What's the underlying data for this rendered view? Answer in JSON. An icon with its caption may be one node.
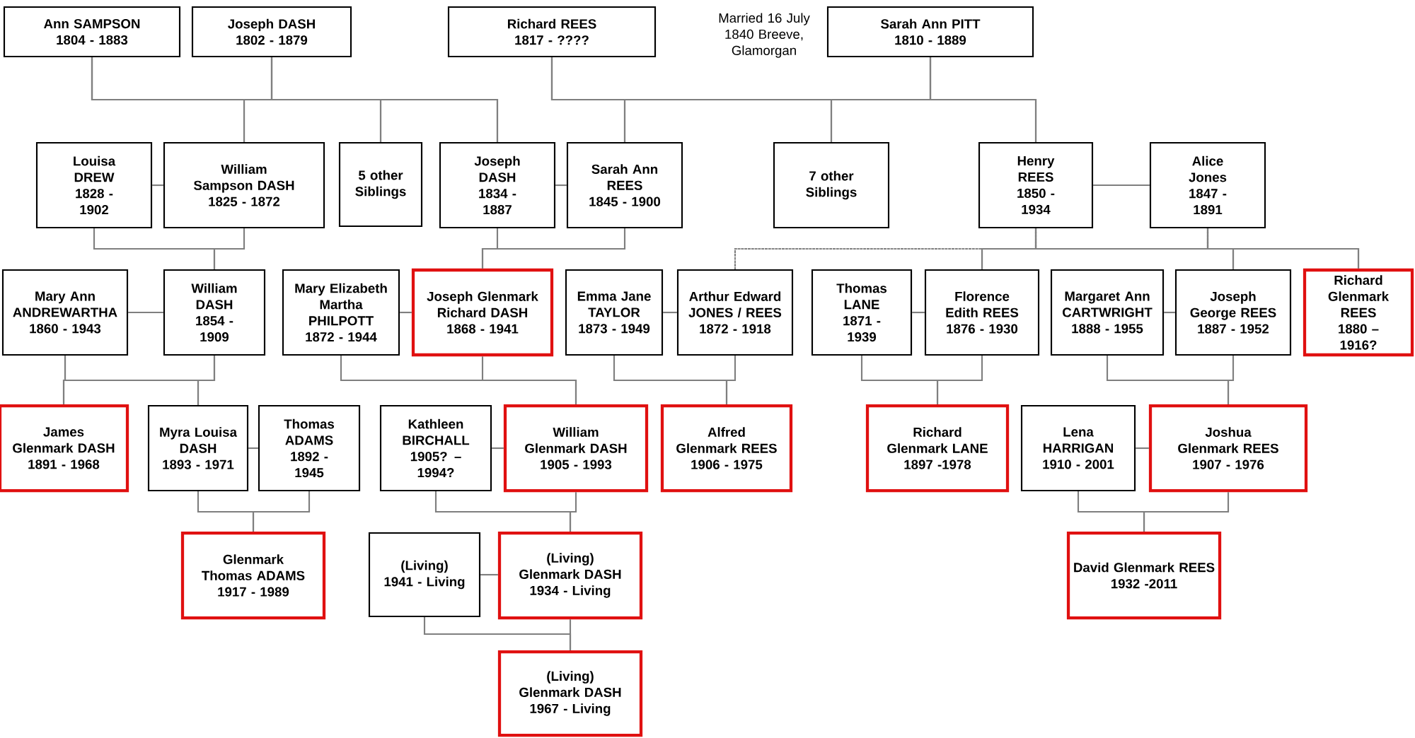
{
  "diagram": {
    "nodes": [
      {
        "text": [
          "Ann SAMPSON",
          "1804 - 1883"
        ]
      },
      {
        "text": [
          "Joseph DASH",
          "1802 - 1879"
        ]
      },
      {
        "text": [
          "Richard REES",
          "1817 - ????"
        ]
      },
      {
        "text": [
          "Sarah Ann PITT",
          "1810 - 1889"
        ]
      },
      {
        "text": [
          "Louisa DREW",
          "1828 - 1902"
        ]
      },
      {
        "text": [
          "William Sampson DASH",
          "1825 - 1872"
        ]
      },
      {
        "text": [
          "5 other Siblings"
        ]
      },
      {
        "text": [
          "Joseph DASH",
          "1834 - 1887"
        ]
      },
      {
        "text": [
          "Sarah Ann REES",
          "1845 - 1900"
        ]
      },
      {
        "text": [
          "7 other Siblings"
        ]
      },
      {
        "text": [
          "Henry REES",
          "1850 - 1934"
        ]
      },
      {
        "text": [
          "Alice Jones",
          "1847 - 1891"
        ]
      },
      {
        "text": [
          "Mary Ann ANDREWARTHA",
          "1860 - 1943"
        ]
      },
      {
        "text": [
          "William DASH",
          "1854 - 1909"
        ]
      },
      {
        "text": [
          "Mary Elizabeth Martha PHILPOTT",
          "1872 - 1944"
        ]
      },
      {
        "text": [
          "Joseph Glenmark Richard DASH",
          "1868 - 1941"
        ]
      },
      {
        "text": [
          "Emma Jane TAYLOR",
          "1873 - 1949"
        ]
      },
      {
        "text": [
          "Arthur Edward JONES / REES",
          "1872 - 1918"
        ]
      },
      {
        "text": [
          "Thomas LANE",
          "1871 - 1939"
        ]
      },
      {
        "text": [
          "Florence Edith REES",
          "1876 - 1930"
        ]
      },
      {
        "text": [
          "Margaret Ann CARTWRIGHT",
          "1888 - 1955"
        ]
      },
      {
        "text": [
          "Joseph George REES",
          "1887 - 1952"
        ]
      },
      {
        "text": [
          "Richard Glenmark REES",
          "1880 – 1916?"
        ]
      },
      {
        "text": [
          "James Glenmark DASH",
          "1891 - 1968"
        ]
      },
      {
        "text": [
          "Myra Louisa DASH",
          "1893 - 1971"
        ]
      },
      {
        "text": [
          "Thomas ADAMS",
          "1892 - 1945"
        ]
      },
      {
        "text": [
          "Kathleen BIRCHALL",
          "1905? – 1994?"
        ]
      },
      {
        "text": [
          "William Glenmark DASH",
          "1905 - 1993"
        ]
      },
      {
        "text": [
          "Alfred Glenmark REES",
          "1906 - 1975"
        ]
      },
      {
        "text": [
          "Richard Glenmark LANE",
          "1897 -1978"
        ]
      },
      {
        "text": [
          "Lena HARRIGAN",
          "1910 - 2001"
        ]
      },
      {
        "text": [
          "Joshua Glenmark REES",
          "1907 - 1976"
        ]
      },
      {
        "text": [
          "Glenmark Thomas ADAMS",
          "1917 - 1989"
        ]
      },
      {
        "text": [
          "(Living)",
          "1941 - Living"
        ]
      },
      {
        "text": [
          "(Living) Glenmark DASH",
          "1934 - Living"
        ]
      },
      {
        "text": [
          "David Glenmark REES",
          "1932 -2011"
        ]
      },
      {
        "text": [
          "(Living) Glenmark DASH",
          "1967 - Living"
        ]
      }
    ],
    "edges": [
      {
        "from": 0,
        "to": 5,
        "arrow": "none"
      },
      {
        "from": 0,
        "to": 6,
        "arrow": "none"
      },
      {
        "from": 0,
        "to": 7,
        "arrow": "none"
      },
      {
        "from": 1,
        "to": 5,
        "arrow": "none"
      },
      {
        "from": 1,
        "to": 6,
        "arrow": "none"
      },
      {
        "from": 1,
        "to": 7,
        "arrow": "none"
      },
      {
        "from": 2,
        "to": 8,
        "arrow": "none"
      },
      {
        "from": 2,
        "to": 9,
        "arrow": "none"
      },
      {
        "from": 2,
        "to": 10,
        "arrow": "none"
      },
      {
        "from": 3,
        "to": 8,
        "arrow": "none"
      },
      {
        "from": 3,
        "to": 9,
        "arrow": "none"
      },
      {
        "from": 3,
        "to": 10,
        "arrow": "none"
      },
      {
        "from": 4,
        "to": 5,
        "arrow": "none"
      },
      {
        "from": 7,
        "to": 8,
        "arrow": "none"
      },
      {
        "from": 10,
        "to": 11,
        "arrow": "none"
      },
      {
        "from": 4,
        "to": 13,
        "arrow": "none"
      },
      {
        "from": 5,
        "to": 13,
        "arrow": "none"
      },
      {
        "from": 7,
        "to": 15,
        "arrow": "none"
      },
      {
        "from": 8,
        "to": 15,
        "arrow": "none"
      },
      {
        "from": 10,
        "to": 17,
        "arrow": "none",
        "style": "dashed"
      },
      {
        "from": 11,
        "to": 17,
        "arrow": "none",
        "style": "dashed"
      },
      {
        "from": 10,
        "to": 19,
        "arrow": "none"
      },
      {
        "from": 10,
        "to": 21,
        "arrow": "none"
      },
      {
        "from": 10,
        "to": 22,
        "arrow": "none"
      },
      {
        "from": 11,
        "to": 19,
        "arrow": "none"
      },
      {
        "from": 11,
        "to": 21,
        "arrow": "none"
      },
      {
        "from": 11,
        "to": 22,
        "arrow": "none"
      },
      {
        "from": 12,
        "to": 13,
        "arrow": "none"
      },
      {
        "from": 14,
        "to": 15,
        "arrow": "none"
      },
      {
        "from": 16,
        "to": 17,
        "arrow": "none"
      },
      {
        "from": 18,
        "to": 19,
        "arrow": "none"
      },
      {
        "from": 20,
        "to": 21,
        "arrow": "none"
      },
      {
        "from": 12,
        "to": 23,
        "arrow": "none"
      },
      {
        "from": 12,
        "to": 24,
        "arrow": "none"
      },
      {
        "from": 13,
        "to": 23,
        "arrow": "none"
      },
      {
        "from": 13,
        "to": 24,
        "arrow": "none"
      },
      {
        "from": 14,
        "to": 27,
        "arrow": "none"
      },
      {
        "from": 15,
        "to": 27,
        "arrow": "none"
      },
      {
        "from": 16,
        "to": 28,
        "arrow": "none"
      },
      {
        "from": 17,
        "to": 28,
        "arrow": "none"
      },
      {
        "from": 18,
        "to": 29,
        "arrow": "none"
      },
      {
        "from": 19,
        "to": 29,
        "arrow": "none"
      },
      {
        "from": 20,
        "to": 31,
        "arrow": "none"
      },
      {
        "from": 21,
        "to": 31,
        "arrow": "none"
      },
      {
        "from": 24,
        "to": 25,
        "arrow": "none"
      },
      {
        "from": 26,
        "to": 27,
        "arrow": "none"
      },
      {
        "from": 30,
        "to": 31,
        "arrow": "none"
      },
      {
        "from": 24,
        "to": 32,
        "arrow": "none"
      },
      {
        "from": 25,
        "to": 32,
        "arrow": "none"
      },
      {
        "from": 26,
        "to": 34,
        "arrow": "none"
      },
      {
        "from": 27,
        "to": 34,
        "arrow": "none"
      },
      {
        "from": 30,
        "to": 35,
        "arrow": "none"
      },
      {
        "from": 31,
        "to": 35,
        "arrow": "none"
      },
      {
        "from": 33,
        "to": 34,
        "arrow": "none"
      },
      {
        "from": 33,
        "to": 36,
        "arrow": "none"
      },
      {
        "from": 34,
        "to": 36,
        "arrow": "none"
      }
    ],
    "labels": [
      "Married 16 July 1840 Breeve, Glamorgan"
    ]
  }
}
